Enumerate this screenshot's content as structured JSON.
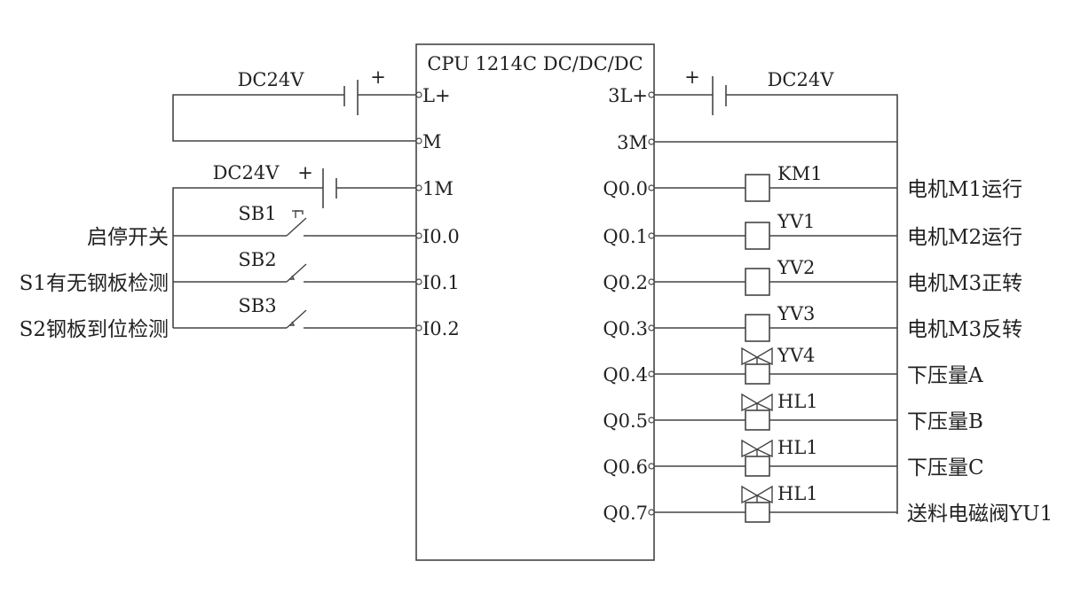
{
  "plc": {
    "title": "CPU 1214C DC/DC/DC",
    "left_terminals": [
      "L+",
      "M",
      "1M",
      "I0.0",
      "I0.1",
      "I0.2"
    ],
    "right_terminals": [
      "3L+",
      "3M",
      "Q0.0",
      "Q0.1",
      "Q0.2",
      "Q0.3",
      "Q0.4",
      "Q0.5",
      "Q0.6",
      "Q0.7"
    ]
  },
  "power_supplies": {
    "main": {
      "label": "DC24V",
      "polarity": "+"
    },
    "input": {
      "label": "DC24V",
      "polarity": "+"
    },
    "output": {
      "label": "DC24V",
      "polarity": "+"
    }
  },
  "inputs": [
    {
      "terminal": "I0.0",
      "device": "SB1",
      "description": "启停开关",
      "contact": "pushbutton"
    },
    {
      "terminal": "I0.1",
      "device": "SB2",
      "description": "S1有无钢板检测",
      "contact": "sensor"
    },
    {
      "terminal": "I0.2",
      "device": "SB3",
      "description": "S2钢板到位检测",
      "contact": "sensor"
    }
  ],
  "outputs": [
    {
      "terminal": "Q0.0",
      "device": "KM1",
      "description": "电机M1运行",
      "symbol": "coil"
    },
    {
      "terminal": "Q0.1",
      "device": "YV1",
      "description": "电机M2运行",
      "symbol": "coil"
    },
    {
      "terminal": "Q0.2",
      "device": "YV2",
      "description": "电机M3正转",
      "symbol": "coil"
    },
    {
      "terminal": "Q0.3",
      "device": "YV3",
      "description": "电机M3反转",
      "symbol": "coil"
    },
    {
      "terminal": "Q0.4",
      "device": "YV4",
      "description": "下压量A",
      "symbol": "valve"
    },
    {
      "terminal": "Q0.5",
      "device": "HL1",
      "description": "下压量B",
      "symbol": "valve"
    },
    {
      "terminal": "Q0.6",
      "device": "HL1",
      "description": "下压量C",
      "symbol": "valve"
    },
    {
      "terminal": "Q0.7",
      "device": "HL1",
      "description": "送料电磁阀YU1",
      "symbol": "valve"
    }
  ]
}
